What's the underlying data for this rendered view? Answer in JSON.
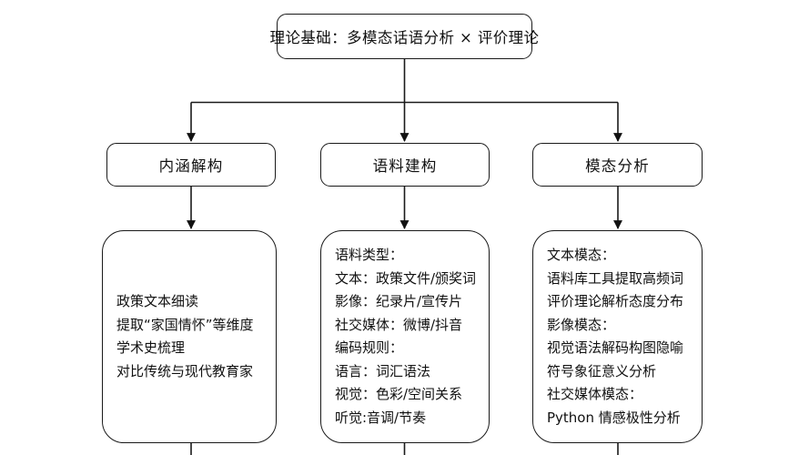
{
  "diagram": {
    "type": "flowchart",
    "orientation": "top-down",
    "title_node": {
      "id": "root",
      "label": "理论基础：多模态话语分析 × 评价理论"
    },
    "stages": [
      {
        "id": "stage-1",
        "label": "内涵解构"
      },
      {
        "id": "stage-2",
        "label": "语料建构"
      },
      {
        "id": "stage-3",
        "label": "模态分析"
      }
    ],
    "details": [
      {
        "id": "detail-1",
        "parent": "stage-1",
        "lines": [
          "政策文本细读",
          "提取“家国情怀”等维度",
          "学术史梳理",
          "对比传统与现代教育家"
        ]
      },
      {
        "id": "detail-2",
        "parent": "stage-2",
        "lines": [
          "语料类型：",
          "文本：政策文件/颁奖词",
          "影像：纪录片/宣传片",
          "社交媒体：微博/抖音",
          "编码规则：",
          "语言：词汇语法",
          "视觉：色彩/空间关系",
          "听觉:音调/节奏"
        ]
      },
      {
        "id": "detail-3",
        "parent": "stage-3",
        "lines": [
          "文本模态：",
          "语料库工具提取高频词",
          "评价理论解析态度分布",
          "影像模态：",
          "视觉语法解码构图隐喻",
          "符号象征意义分析",
          "社交媒体模态：",
          "Python 情感极性分析"
        ]
      }
    ],
    "colors": {
      "stroke": "#1a1a1a",
      "fill": "#ffffff",
      "text": "#111111"
    }
  }
}
